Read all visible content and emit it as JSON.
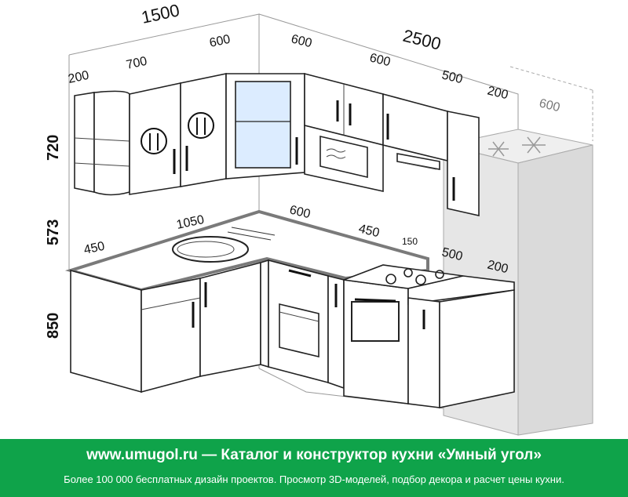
{
  "dimensions": {
    "upper_left_total": "1500",
    "upper_right_total": "2500",
    "upper_200_left": "200",
    "upper_700": "700",
    "upper_600_corner": "600",
    "upper_600_glass": "600",
    "upper_600_micro": "600",
    "upper_500": "500",
    "upper_200_right": "200",
    "fridge_600": "600",
    "height_upper": "720",
    "height_gap": "573",
    "height_base": "850",
    "base_450_left": "450",
    "base_1050": "1050",
    "base_600": "600",
    "base_450_right": "450",
    "base_150": "150",
    "base_500": "500",
    "base_200": "200"
  },
  "footer": {
    "title": "www.umugol.ru — Каталог и конструктор кухни «Умный угол»",
    "subtitle": "Более 100 000 бесплатных дизайн проектов. Просмотр 3D-моделей, подбор декора и расчет цены кухни."
  },
  "colors": {
    "footer_bg": "#0fa34a",
    "glass": "#dcecff",
    "fridge": "#e6e6e6",
    "worktop_edge": "#7a7a7a"
  }
}
